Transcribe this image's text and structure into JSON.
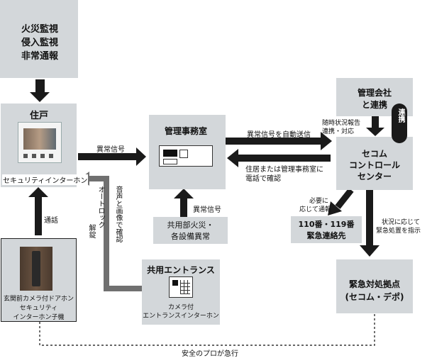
{
  "alarm_box": {
    "lines": [
      "火災監視",
      "侵入監視",
      "非常通報"
    ]
  },
  "residence": {
    "title": "住戸",
    "device_label": "セキュリティインターホン"
  },
  "management_office": {
    "title": "管理事務室"
  },
  "management_company": {
    "lines": [
      "管理会社",
      "と連携"
    ]
  },
  "secom_center": {
    "lines": [
      "セコム",
      "コントロール",
      "センター"
    ]
  },
  "emergency_contact": {
    "lines": [
      "110番・119番",
      "緊急連絡先"
    ]
  },
  "common_fire": {
    "lines": [
      "共用部火災・",
      "各設備異常"
    ]
  },
  "common_entrance": {
    "title": "共用エントランス",
    "device_lines": [
      "カメラ付",
      "エントランスインターホン"
    ]
  },
  "door_phone": {
    "lines": [
      "玄関前カメラ付ドアホン",
      "セキュリティ",
      "インターホン子機"
    ]
  },
  "edges": {
    "anomaly_signal_1": "異常信号",
    "auto_transmit": "異常信号を自動送信",
    "confirm_by_phone": [
      "住居または管理事務室に",
      "電話で確認"
    ],
    "anomaly_signal_2": "異常信号",
    "call": "通話",
    "auto_lock": [
      "オートロック",
      "解錠"
    ],
    "av_confirm": [
      "音声と画像で確認"
    ],
    "status_report": [
      "随時状況報告",
      "連携・対応"
    ],
    "renkei": "連携",
    "report_if_needed": [
      "必要に",
      "応じて通報"
    ],
    "instruct": [
      "状況に応じて",
      "緊急処置を指示"
    ],
    "pro_rush": "安全のプロが急行"
  },
  "colors": {
    "box": "#d3d7da",
    "arrow": "#1a1a1a",
    "gray_arrow": "#707070"
  }
}
